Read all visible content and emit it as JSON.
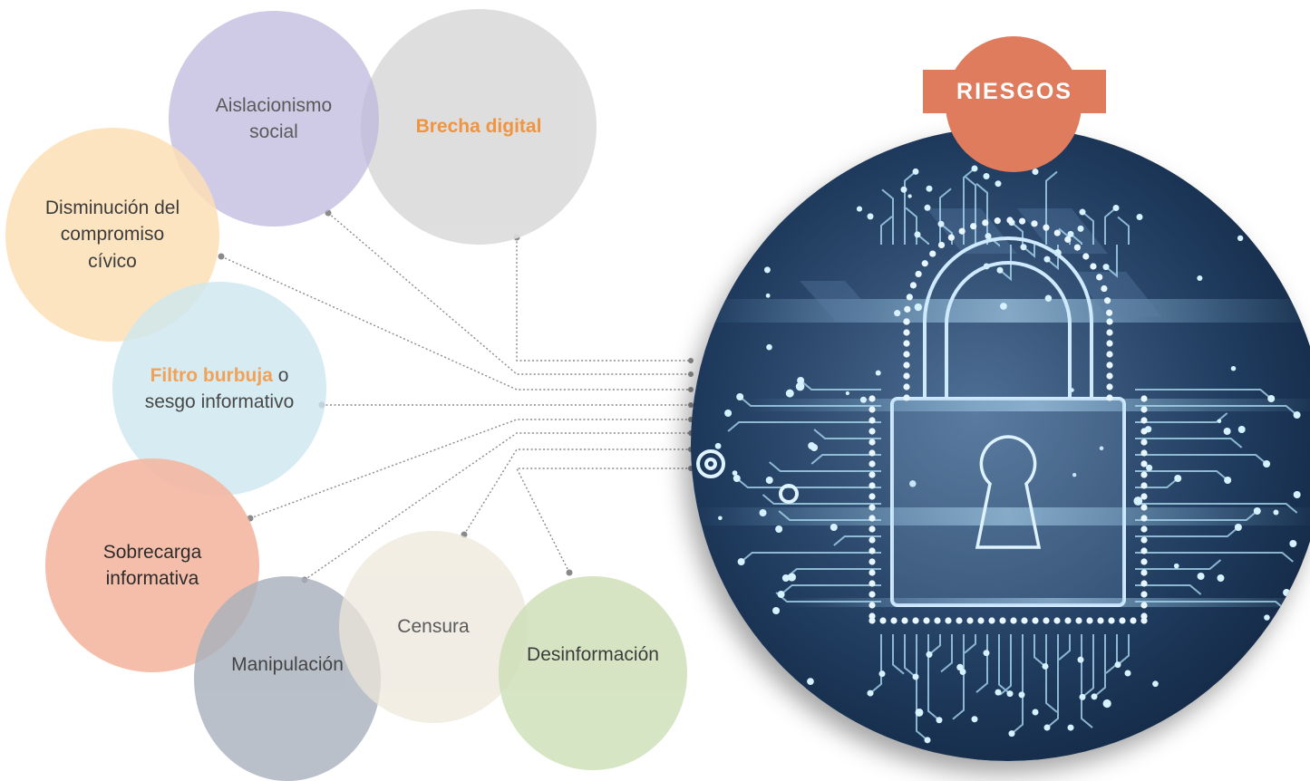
{
  "badge": {
    "label": "RIESGOS"
  },
  "bubbles": {
    "aislacionismo": {
      "line1": "Aislacionismo",
      "line2": "social",
      "color": "#bdb7dc"
    },
    "brecha": {
      "label": "Brecha digital",
      "color": "#dcdcdd"
    },
    "disminucion": {
      "line1": "Disminución del",
      "line2": "compromiso",
      "line3": "cívico",
      "color": "#fde0b6"
    },
    "filtro": {
      "highlight": "Filtro burbuja",
      "rest": " o",
      "line2": "sesgo informativo",
      "color": "#cde7ef"
    },
    "sobrecarga": {
      "line1": "Sobrecarga",
      "line2": "informativa",
      "color": "#f4b9a4"
    },
    "manipulacion": {
      "label": "Manipulación",
      "color": "#a9b2bd"
    },
    "censura": {
      "label": "Censura",
      "color": "#ede7da"
    },
    "desinformacion": {
      "label": "Desinformación",
      "color": "#cfe0b9"
    }
  },
  "colors": {
    "accent": "#f08c2e",
    "badge": "#df7c5e",
    "connector": "#888888"
  },
  "image": {
    "icon": "padlock-circuit-icon"
  }
}
